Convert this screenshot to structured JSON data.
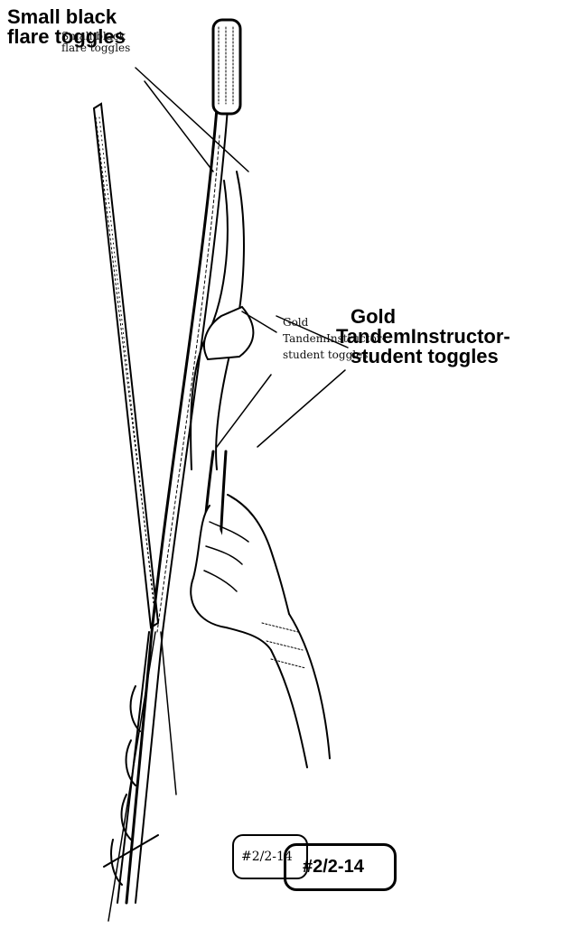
{
  "labels": {
    "flare_typed_line1": "Small black",
    "flare_typed_line2": "flare toggles",
    "flare_hand_line1": "Small black",
    "flare_hand_line2": "flare toggles",
    "gold_typed_line1": "Gold",
    "gold_typed_line2": "TandemInstructor-",
    "gold_typed_line3": "student toggles",
    "gold_hand_line1": "Gold",
    "gold_hand_line2": "TandemInstructor-",
    "gold_hand_line3": "student toggles"
  },
  "badges": {
    "hand_written": "#2/2-14",
    "typed": "#2/2-14"
  },
  "colors": {
    "ink": "#000000",
    "background": "#ffffff"
  }
}
